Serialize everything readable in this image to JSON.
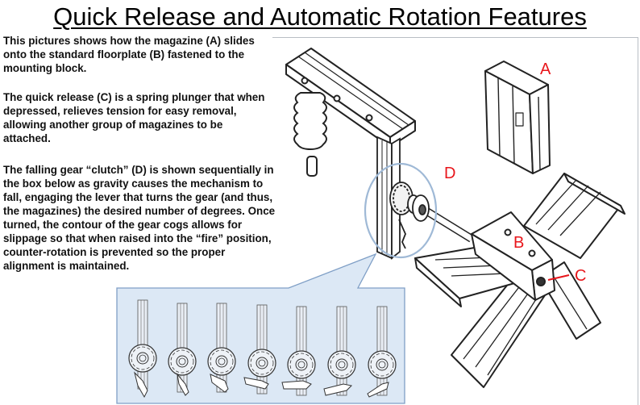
{
  "header": {
    "title": "Quick Release and Automatic Rotation Features"
  },
  "description": {
    "paragraphs": [
      "This pictures shows how the magazine (A) slides onto the standard floorplate (B) fastened to the mounting block.",
      "The quick release (C) is a spring plunger that when depressed, relieves tension for easy removal, allowing another group of magazines to be attached.",
      "The falling gear “clutch” (D) is shown sequentially in the box below as gravity causes the mechanism to fall, engaging the lever that turns the gear (and thus, the magazines) the desired number of degrees.  Once turned, the contour of the gear cogs allows for slippage so that when raised into the “fire” position, counter-rotation is prevented so the proper alignment is maintained."
    ]
  },
  "diagram": {
    "callout_labels": {
      "A": "A",
      "B": "B",
      "C": "C",
      "D": "D"
    },
    "parts": [
      {
        "id": "A",
        "name": "magazine"
      },
      {
        "id": "B",
        "name": "standard floorplate"
      },
      {
        "id": "C",
        "name": "quick release spring plunger"
      },
      {
        "id": "D",
        "name": "falling gear clutch"
      }
    ],
    "sequence_frames": 7,
    "colors": {
      "label_red": "#e8161b",
      "callout_fill": "#dce8f5",
      "callout_border": "#7f9fc6",
      "highlight_ellipse": "#9fb9d6",
      "line_art": "#222222",
      "frame_border": "#b9bec4"
    }
  }
}
